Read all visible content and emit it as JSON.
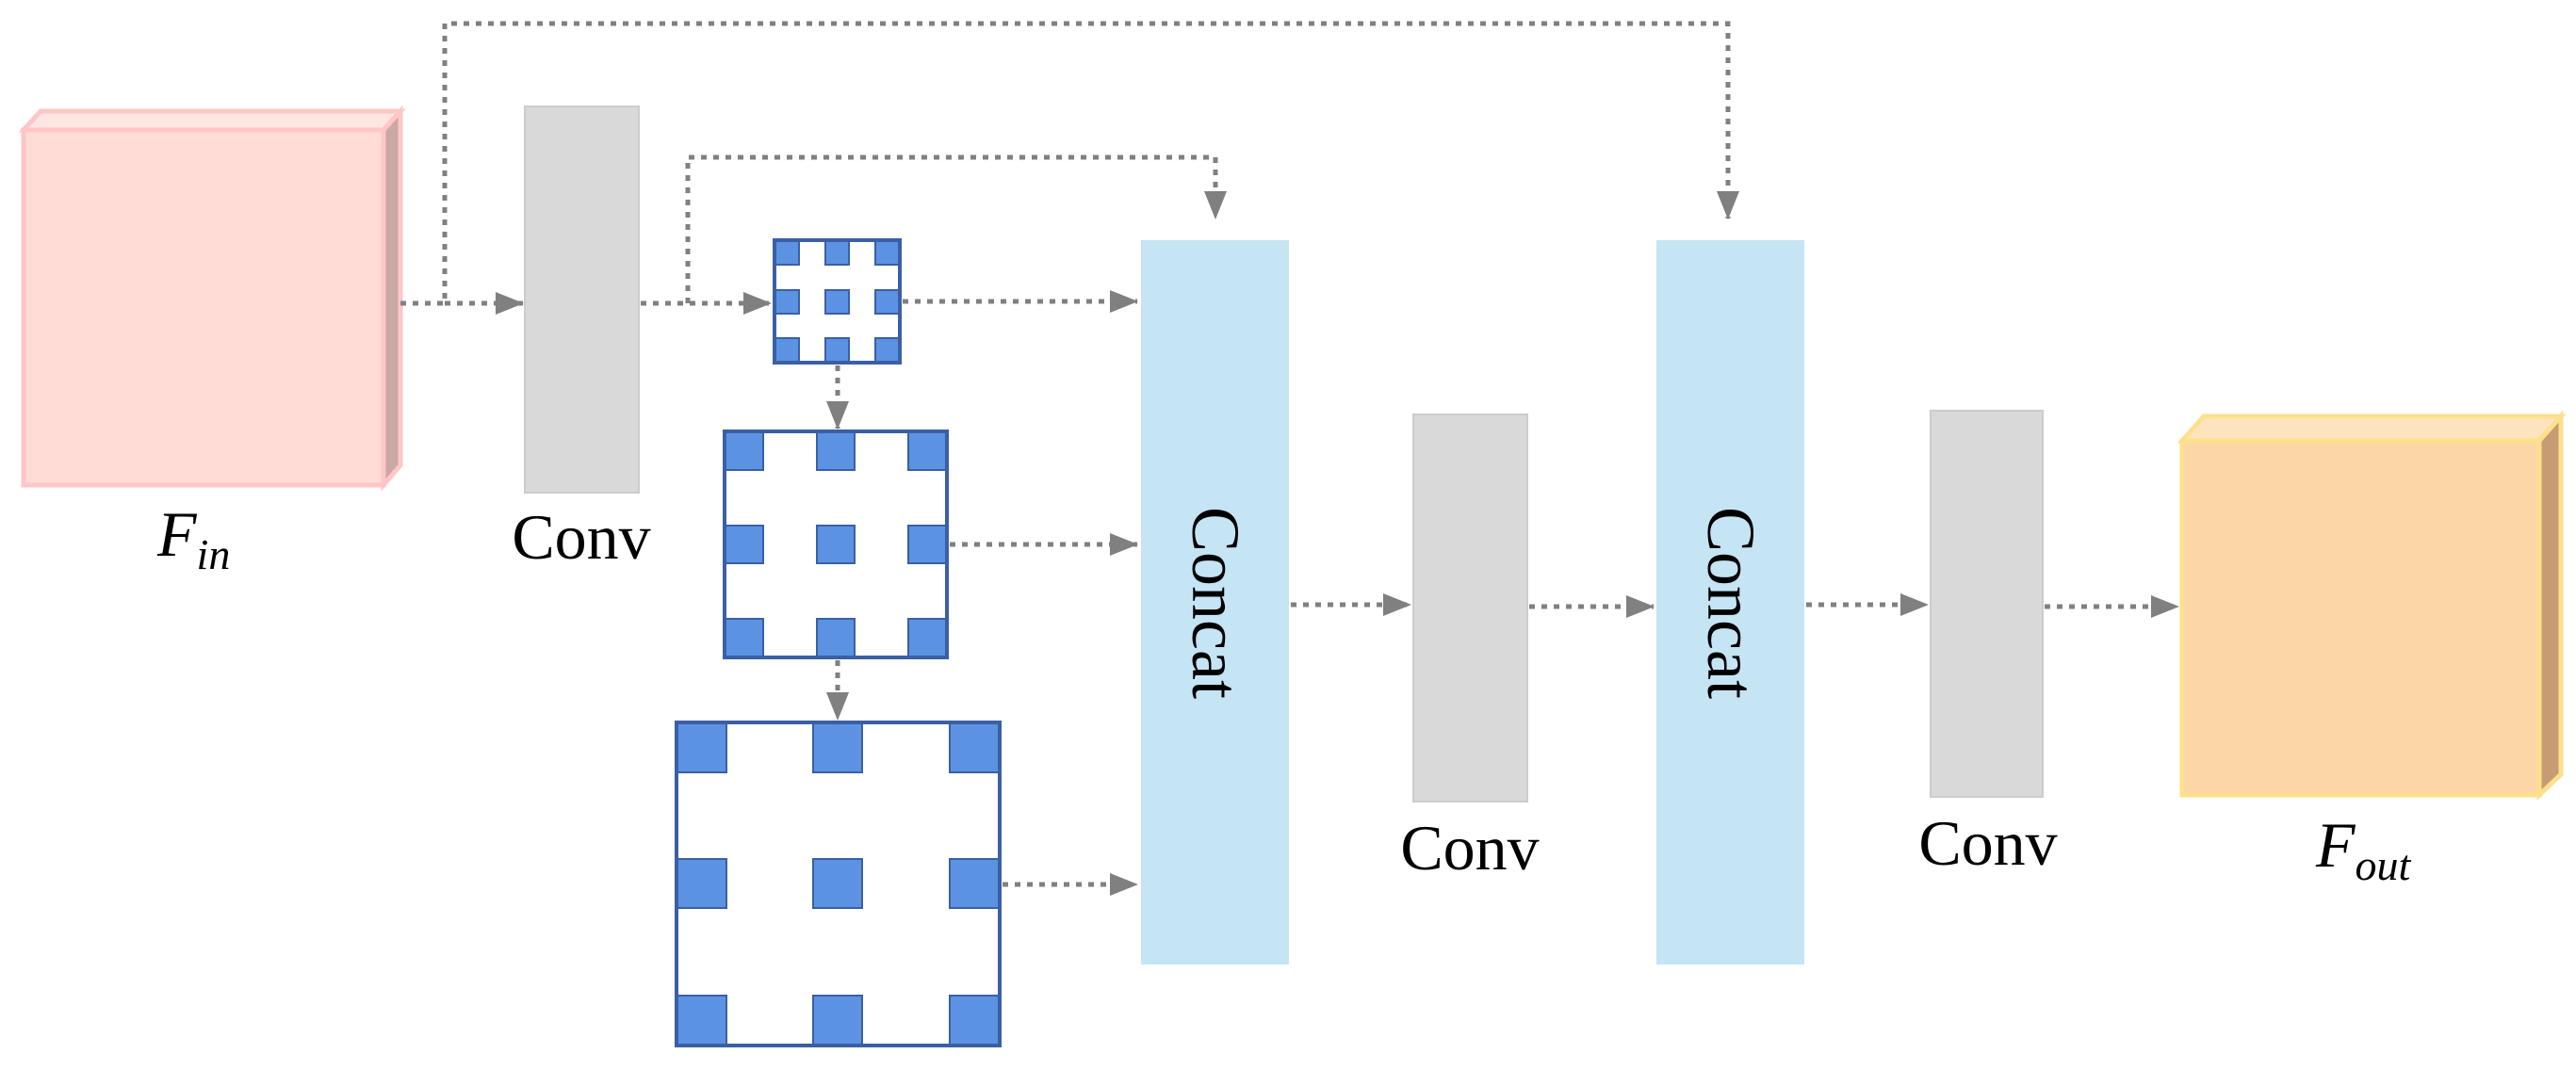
{
  "diagram": {
    "input": {
      "label_main": "F",
      "label_sub": "in",
      "color": "#FFDCD6"
    },
    "output": {
      "label_main": "F",
      "label_sub": "out",
      "color": "#FDD6A8"
    },
    "conv_blocks": [
      {
        "label": "Conv"
      },
      {
        "label": "Conv"
      },
      {
        "label": "Conv"
      }
    ],
    "concat_blocks": [
      {
        "label": "Concat"
      },
      {
        "label": "Concat"
      }
    ],
    "dilated_kernels": [
      {
        "name": "small"
      },
      {
        "name": "medium"
      },
      {
        "name": "large"
      }
    ],
    "colors": {
      "conv": "#D9D9D9",
      "concat": "#C5E4F4",
      "kernel_border": "#3A5FA5",
      "kernel_cell": "#5B93E2",
      "arrow": "#808080"
    }
  }
}
